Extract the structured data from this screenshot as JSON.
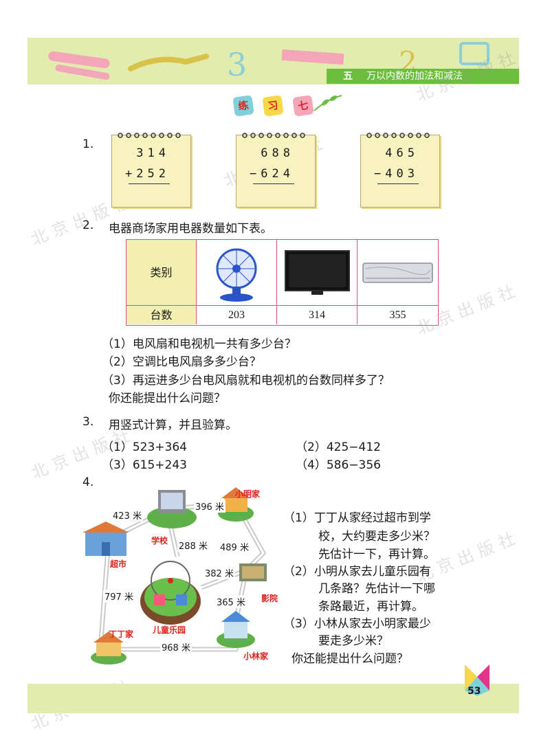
{
  "header": {
    "chapter_number": "五",
    "chapter_title": "万以内数的加法和减法",
    "watermark": "北京出版社"
  },
  "exercise_title": [
    "练",
    "习",
    "七"
  ],
  "colors": {
    "header_bg": "#e1ecae",
    "chapter_bar": "#6dbd3f",
    "table_border": "#d9547a"
  },
  "q1": {
    "number": "1.",
    "pads": [
      {
        "top": "314",
        "bottom": "+252"
      },
      {
        "top": "688",
        "bottom": "−624"
      },
      {
        "top": "465",
        "bottom": "−403"
      }
    ]
  },
  "q2": {
    "number": "2.",
    "stem": "电器商场家用电器数量如下表。",
    "table": {
      "row1_header": "类别",
      "row2_header": "台数",
      "items": [
        "fan-icon",
        "tv-icon",
        "air-conditioner-icon"
      ],
      "counts": [
        "203",
        "314",
        "355"
      ]
    },
    "subs": [
      "（1）电风扇和电视机一共有多少台？",
      "（2）空调比电风扇多多少台？",
      "（3）再运进多少台电风扇就和电视机的台数同样多了？",
      "你还能提出什么问题？"
    ]
  },
  "q3": {
    "number": "3.",
    "stem": "用竖式计算，并且验算。",
    "items": [
      "（1）523+364",
      "（2）425−412",
      "（3）615+243",
      "（4）586−356"
    ]
  },
  "q4": {
    "number": "4.",
    "places": {
      "school": "学校",
      "xiaoming": "小明家",
      "supermarket": "超市",
      "park": "儿童乐园",
      "cinema": "影院",
      "dingding": "丁丁家",
      "xiaolin": "小林家"
    },
    "distances": [
      "423 米",
      "396 米",
      "288 米",
      "489 米",
      "382 米",
      "797 米",
      "365 米",
      "968 米"
    ],
    "subs": [
      "（1）丁丁从家经过超市到学",
      "校，大约要走多少米？",
      "先估计一下，再计算。",
      "（2）小明从家去儿童乐园有",
      "几条路？先估计一下哪",
      "条路最近，再计算。",
      "（3）小林从家去小明家最少",
      "要走多少米？",
      "你还能提出什么问题？"
    ]
  },
  "page_number": "53"
}
